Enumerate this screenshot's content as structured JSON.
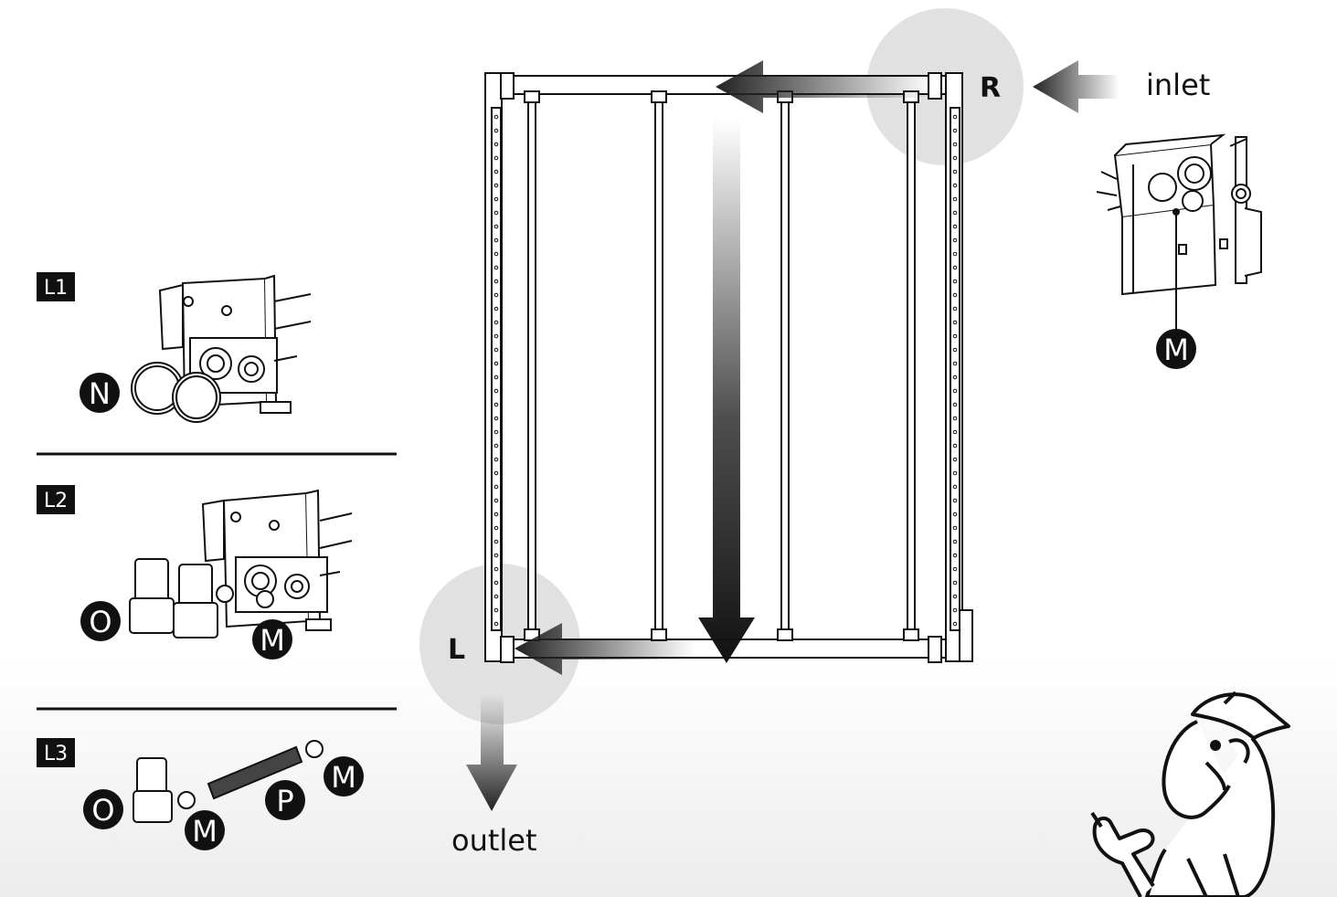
{
  "labels": {
    "inlet": "inlet",
    "outlet": "outlet",
    "right_side": "R",
    "left_side": "L"
  },
  "panels": [
    {
      "id": "L1",
      "parts": [
        "N"
      ]
    },
    {
      "id": "L2",
      "parts": [
        "O",
        "M"
      ]
    },
    {
      "id": "L3",
      "parts": [
        "O",
        "M",
        "P",
        "M"
      ]
    }
  ],
  "inlet_detail": {
    "part": "M"
  },
  "colors": {
    "background_bottom": "#f0f0f0",
    "highlight_circle": "#e1e1e1",
    "badge": "#111111"
  }
}
